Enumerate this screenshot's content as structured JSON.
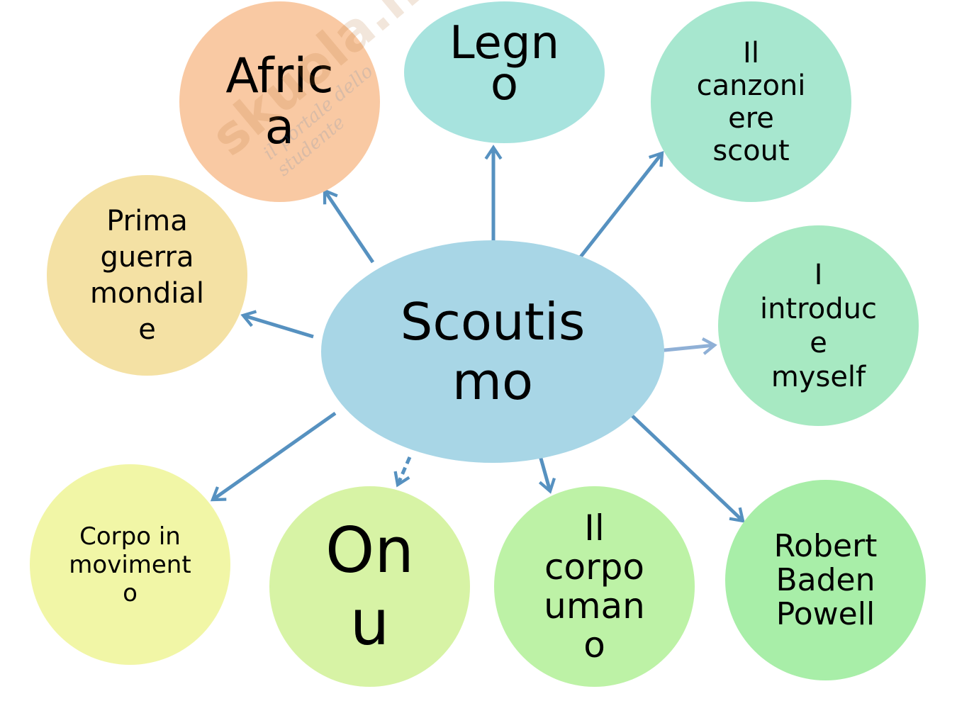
{
  "colors": {
    "arrow": "#5691c0",
    "arrow_light": "#8fb0d6",
    "center": "#a8d6e6",
    "africa": "#f9c9a3",
    "legno": "#a7e3de",
    "canzoniere": "#a7e7cf",
    "prima_guerra": "#f4e1a4",
    "introduce": "#a7e9c2",
    "corpo_movimento": "#f1f6a6",
    "onu": "#d7f3a5",
    "corpo_umano": "#bdf2a6",
    "baden_powell": "#a8eea8"
  },
  "center": {
    "label": "Scoutis\nmo"
  },
  "nodes": {
    "africa": "Afric\na",
    "legno": "Legn\no",
    "canzoniere": "Il\ncanzoni\nere\nscout",
    "prima_guerra": "Prima\nguerra\nmondial\ne",
    "introduce": "I\nintroduc\ne\nmyself",
    "corpo_movimento": "Corpo in\nmoviment\no",
    "onu": "On\nu",
    "corpo_umano": "Il\ncorpo\numan\no",
    "baden_powell": "Robert\nBaden\nPowell"
  },
  "watermark": {
    "brand": "skuola.net",
    "tagline": "il portale dello studente"
  }
}
